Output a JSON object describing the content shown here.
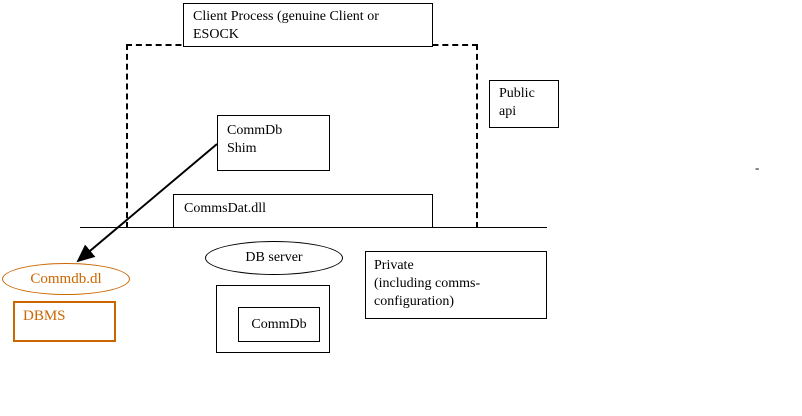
{
  "diagram": {
    "type": "architecture-diagram",
    "colors": {
      "outline_black": "#000000",
      "accent_orange": "#CC6600",
      "background": "#FFFFFF"
    },
    "nodes": {
      "client_process": {
        "line1": "Client Process (genuine Client or",
        "line2": "ESOCK"
      },
      "public_api": {
        "line1": "Public",
        "line2": "api"
      },
      "commdb_shim": {
        "line1": "CommDb",
        "line2": "Shim"
      },
      "commsdat": {
        "label": "CommsDat.dll"
      },
      "db_server": {
        "label": "DB server"
      },
      "private_area": {
        "line1": "Private",
        "line2": "(including comms-",
        "line3": "configuration)"
      },
      "commdb": {
        "label": "CommDb"
      },
      "commdb_dl": {
        "label": "Commdb.dl"
      },
      "dbms": {
        "label": "DBMS"
      }
    },
    "edges": {
      "shim_to_commdb_dl": {
        "from": "commdb_shim",
        "to": "commdb_dl",
        "style": "solid-arrow"
      }
    },
    "stray_mark": "-"
  }
}
